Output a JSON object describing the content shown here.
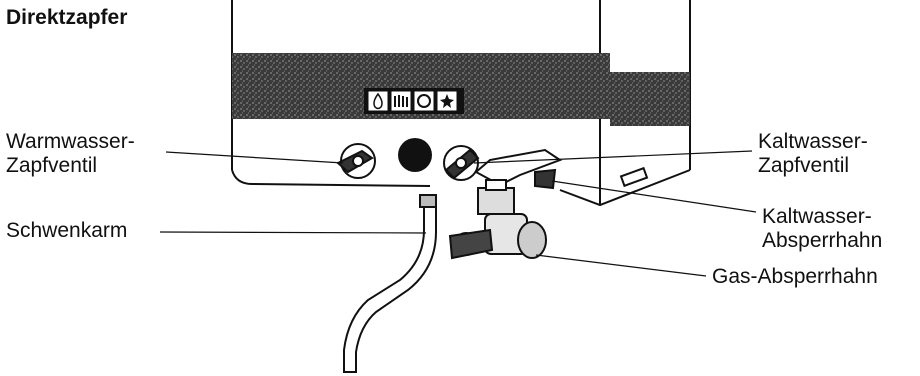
{
  "title": "Direktzapfer",
  "labels": {
    "warmwasser_zapfventil": [
      "Warmwasser-",
      "Zapfventil"
    ],
    "schwenkarm": "Schwenkarm",
    "kaltwasser_zapfventil": [
      "Kaltwasser-",
      "Zapfventil"
    ],
    "kaltwasser_absperrhahn": [
      "Kaltwasser-",
      "Absperrhahn"
    ],
    "gas_absperrhahn": "Gas-Absperrhahn"
  },
  "colors": {
    "ink": "#111111",
    "panel": "#3a3a3a",
    "panel_speckle": "#8a8a8a",
    "background": "#ffffff"
  },
  "icons": [
    "flame-icon",
    "heat-icon",
    "circle-icon",
    "star-icon"
  ]
}
